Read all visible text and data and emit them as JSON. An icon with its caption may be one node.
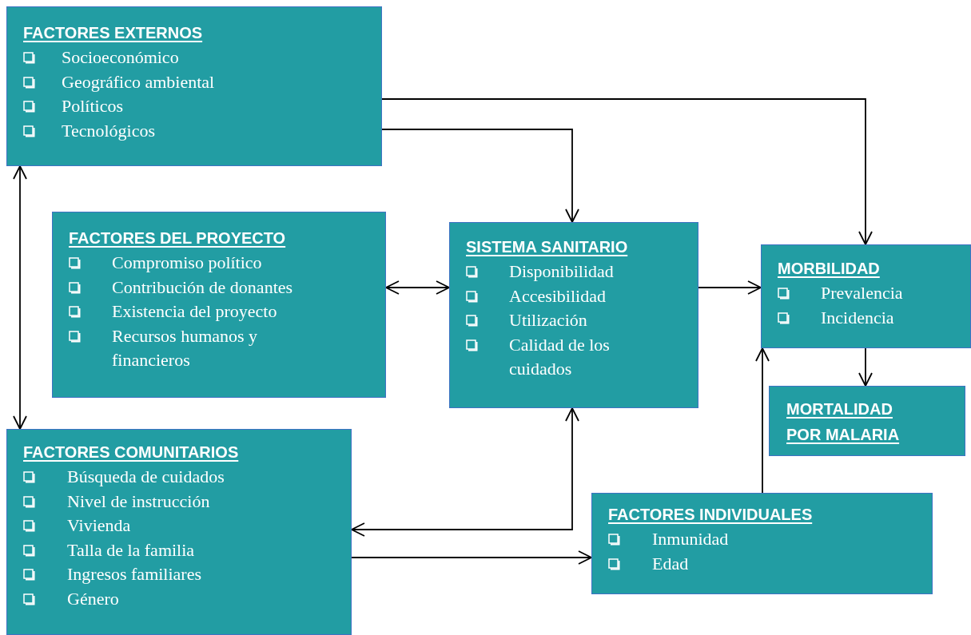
{
  "diagram": {
    "nodes": [
      {
        "text": [
          "FACTORES EXTERNOS",
          "Socioeconómico",
          "Geográfico ambiental",
          "Políticos",
          "Tecnológicos"
        ]
      },
      {
        "text": [
          "FACTORES DEL PROYECTO",
          "Compromiso político",
          "Contribución de donantes",
          "Existencia del proyecto",
          "Recursos humanos y financieros"
        ]
      },
      {
        "text": [
          "SISTEMA SANITARIO",
          "Disponibilidad",
          "Accesibilidad",
          "Utilización",
          "Calidad de los cuidados"
        ]
      },
      {
        "text": [
          "MORBILIDAD",
          "Prevalencia",
          "Incidencia"
        ]
      },
      {
        "text": [
          "MORTALIDAD POR MALARIA"
        ]
      },
      {
        "text": [
          "FACTORES COMUNITARIOS",
          "Búsqueda de cuidados",
          "Nivel de instrucción",
          "Vivienda",
          "Talla de la familia",
          "Ingresos familiares",
          "Género"
        ]
      },
      {
        "text": [
          "FACTORES INDIVIDUALES",
          "Inmunidad",
          "Edad"
        ]
      }
    ],
    "edges": [
      {
        "from": 0,
        "to": 3,
        "arrow": "to"
      },
      {
        "from": 0,
        "to": 2,
        "arrow": "to"
      },
      {
        "from": 1,
        "to": 2,
        "arrow": "both"
      },
      {
        "from": 2,
        "to": 3,
        "arrow": "to"
      },
      {
        "from": 3,
        "to": 4,
        "arrow": "to"
      },
      {
        "from": 0,
        "to": 5,
        "arrow": "both"
      },
      {
        "from": 5,
        "to": 2,
        "arrow": "both"
      },
      {
        "from": 5,
        "to": 6,
        "arrow": "to"
      },
      {
        "from": 6,
        "to": 3,
        "arrow": "to"
      }
    ]
  }
}
